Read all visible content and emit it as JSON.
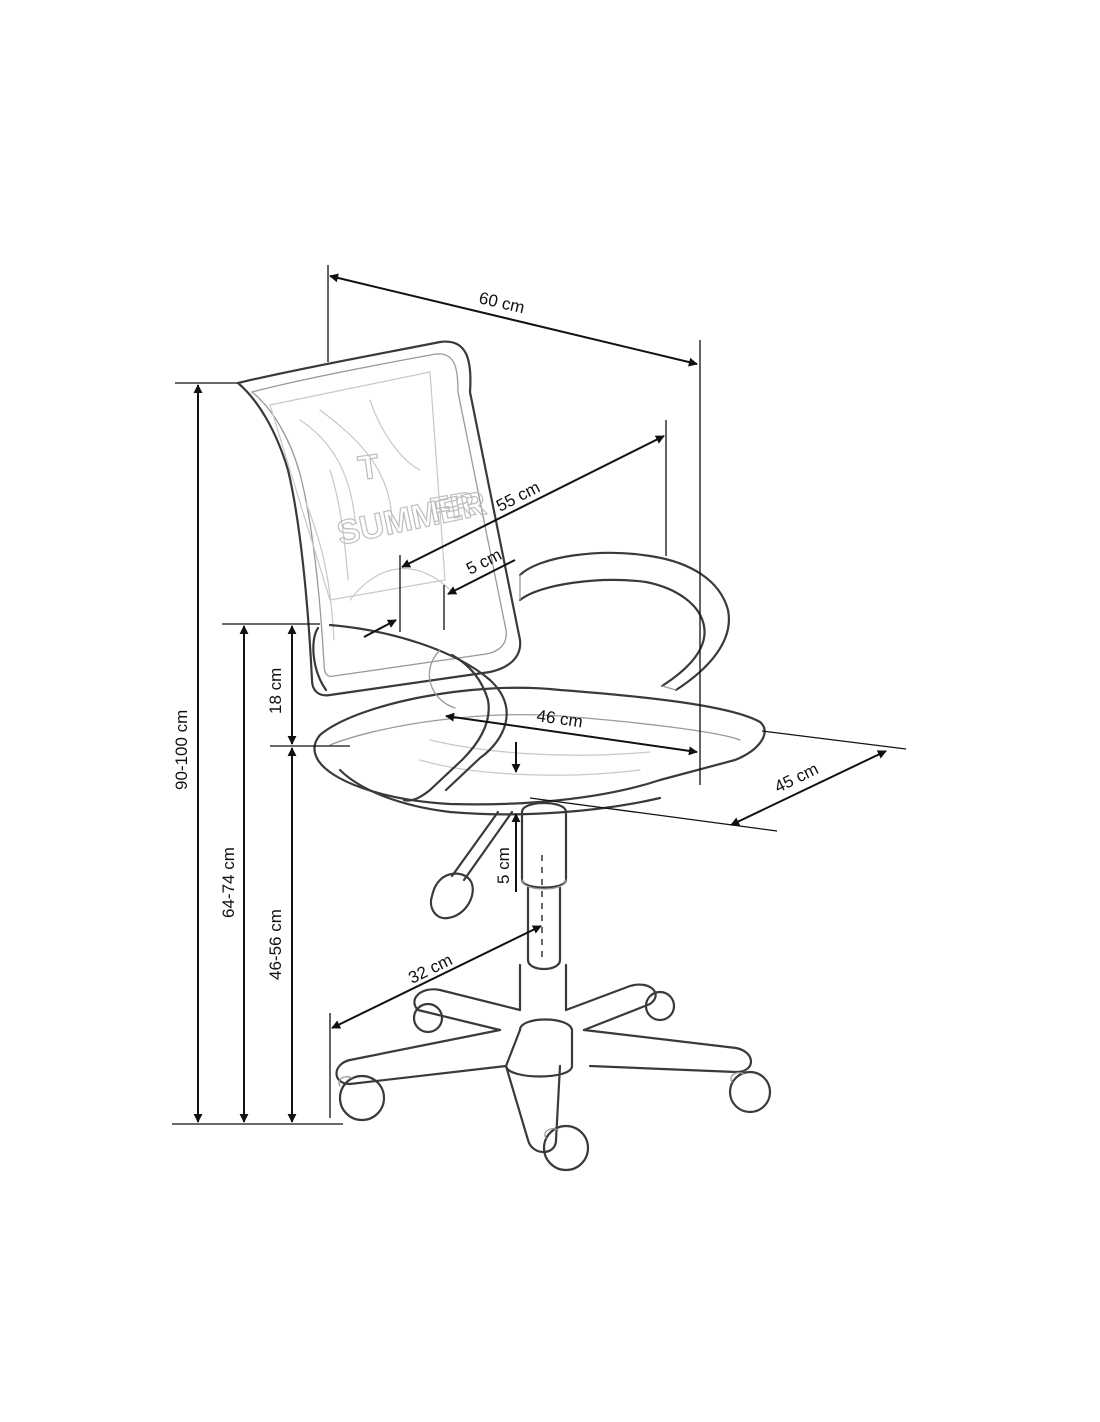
{
  "colors": {
    "line": "#111111",
    "sketch": "#3a3a3a",
    "background": "#ffffff"
  },
  "backrest_print": {
    "line1": "T",
    "line2": "SUMMER",
    "line3": "FR"
  },
  "dimensions": {
    "width_overall": "60 cm",
    "backrest_width": "55 cm",
    "backrest_gap": "5 cm",
    "seat_width": "46 cm",
    "seat_depth": "45 cm",
    "total_height": "90-100 cm",
    "armrest_height": "64-74 cm",
    "seat_height": "46-56 cm",
    "armrest_above_seat": "18 cm",
    "gas_lift_travel": "5 cm",
    "base_radius": "32 cm"
  }
}
